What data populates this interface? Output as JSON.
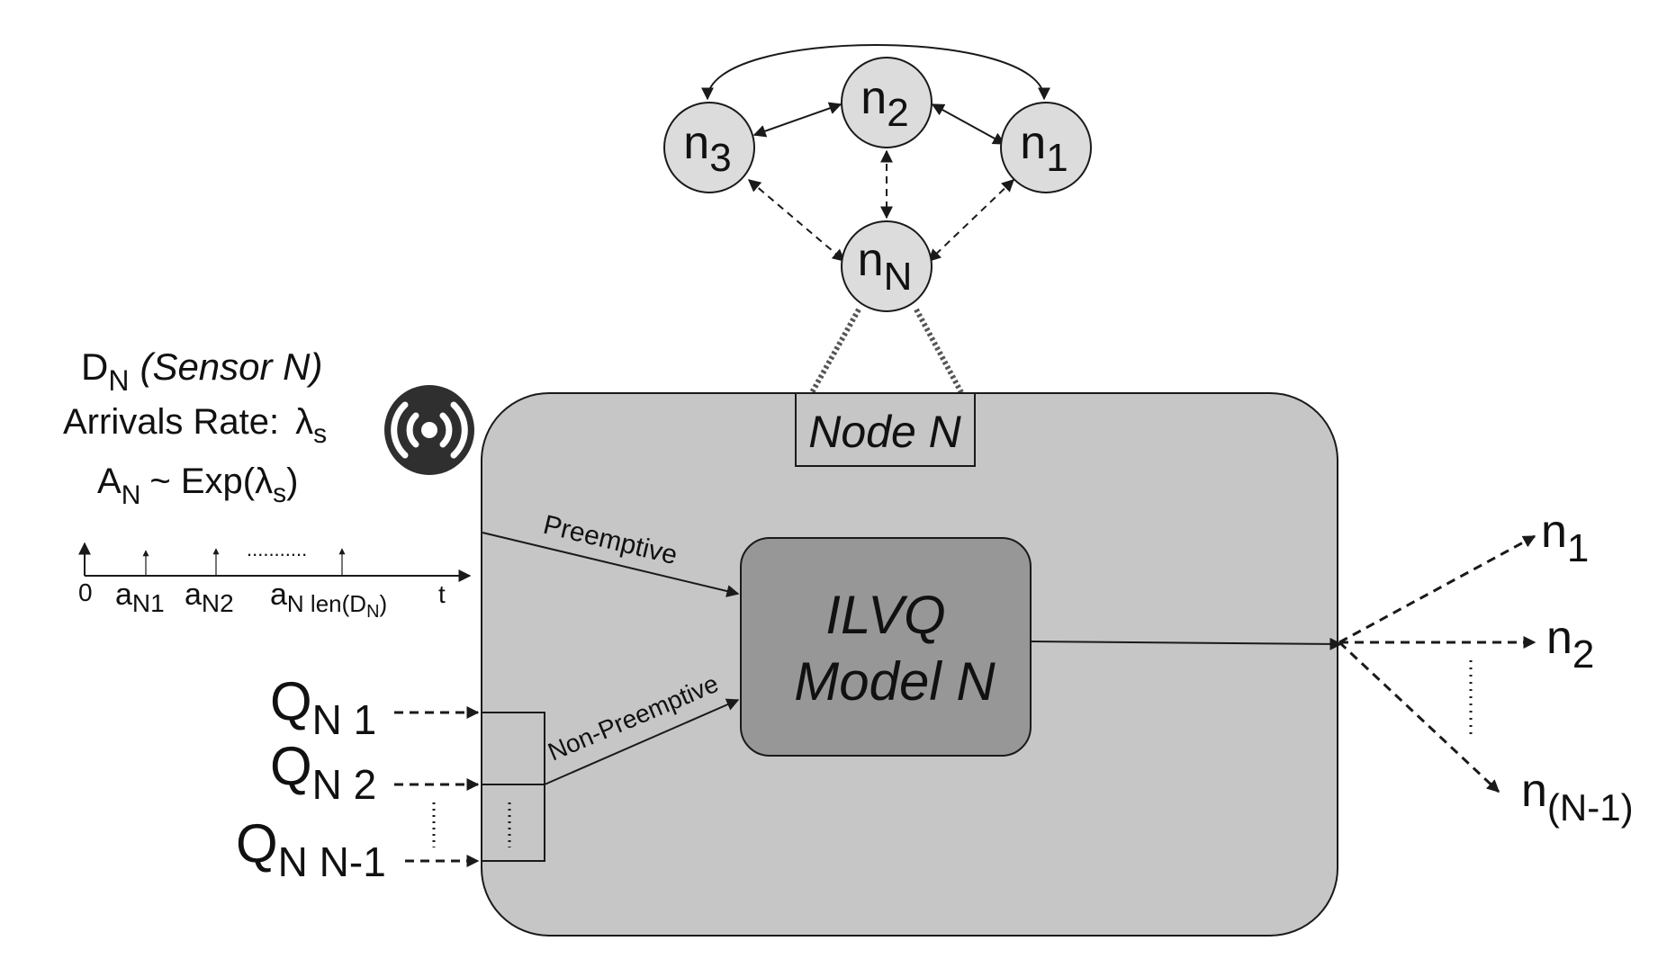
{
  "colors": {
    "node_fill": "#dcdcdc",
    "container_fill": "#c6c6c6",
    "model_fill": "#979797",
    "stroke": "#1a1a1a",
    "sensor_icon_bg": "#2f2f2f"
  },
  "icons": {
    "sensor": "wireless-broadcast-icon"
  },
  "network_nodes": [
    {
      "id": "n3",
      "base": "n",
      "sub": "3"
    },
    {
      "id": "n2",
      "base": "n",
      "sub": "2"
    },
    {
      "id": "n1",
      "base": "n",
      "sub": "1"
    },
    {
      "id": "nN",
      "base": "n",
      "sub": "N"
    }
  ],
  "sensor": {
    "title_base": "D",
    "title_sub": "N",
    "title_italic": "(Sensor N)",
    "rate_label": "Arrivals Rate:",
    "rate_symbol": "λ",
    "rate_sub": "s",
    "dist_base": "A",
    "dist_sub": "N",
    "dist_mid": "~ Exp(λ",
    "dist_sub2": "s",
    "dist_end": ")"
  },
  "timeline": {
    "origin": "0",
    "axis": "t",
    "dots": "...........",
    "ticks": [
      {
        "base": "a",
        "sub": "N1"
      },
      {
        "base": "a",
        "sub": "N2"
      },
      {
        "base": "a",
        "sub": "N len(D",
        "sub_end": ")",
        "subsub": "N"
      }
    ]
  },
  "container": {
    "node_label": "Node N"
  },
  "model": {
    "line1": "ILVQ",
    "line2": "Model N"
  },
  "edges": {
    "preemptive": "Preemptive",
    "non_preemptive": "Non-Preemptive"
  },
  "queues": [
    {
      "base": "Q",
      "sub": "N 1"
    },
    {
      "base": "Q",
      "sub": "N 2"
    },
    {
      "base": "Q",
      "sub": "N N-1"
    }
  ],
  "outputs": [
    {
      "base": "n",
      "sub": "1"
    },
    {
      "base": "n",
      "sub": "2"
    },
    {
      "base": "n",
      "sub": "(N-1)"
    }
  ]
}
